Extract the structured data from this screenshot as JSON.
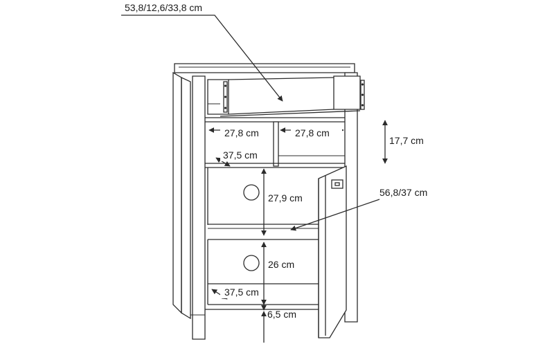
{
  "labels": {
    "drawer": "53,8/12,6/33,8 cm",
    "left_niche_width": "27,8 cm",
    "right_niche_width": "27,8 cm",
    "niche_height": "17,7 cm",
    "upper_shelf_depth": "37,5 cm",
    "upper_compartment_height": "27,9 cm",
    "door_compartment": "56,8/37 cm",
    "lower_compartment_height": "26 cm",
    "lower_shelf_depth": "37,5 cm",
    "plinth_height": "6,5 cm"
  },
  "colors": {
    "line": "#2b2b2b",
    "background": "#ffffff",
    "text": "#1a1a1a"
  }
}
